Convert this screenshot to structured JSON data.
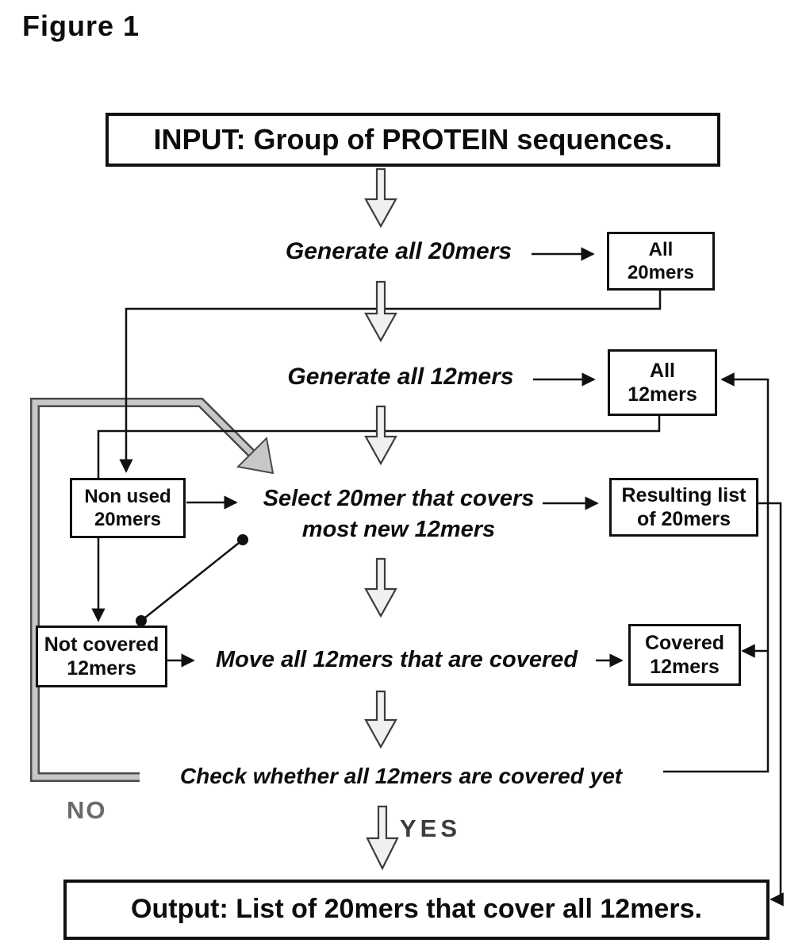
{
  "figure": {
    "title": "Figure 1"
  },
  "nodes": {
    "input": {
      "label": "INPUT: Group of PROTEIN sequences."
    },
    "all_20mers": {
      "line1": "All",
      "line2": "20mers"
    },
    "all_12mers": {
      "line1": "All",
      "line2": "12mers"
    },
    "non_used_20mers": {
      "line1": "Non used",
      "line2": "20mers"
    },
    "resulting_list": {
      "line1": "Resulting list",
      "line2": "of 20mers"
    },
    "not_covered_12mers": {
      "line1": "Not covered",
      "line2": "12mers"
    },
    "covered_12mers": {
      "line1": "Covered",
      "line2": "12mers"
    },
    "output": {
      "label": "Output: List of 20mers that cover all 12mers."
    }
  },
  "steps": {
    "generate_20mers": "Generate all 20mers",
    "generate_12mers": "Generate all 12mers",
    "select_20mer": {
      "line1": "Select 20mer that covers",
      "line2": "most new 12mers"
    },
    "move_12mers": "Move all 12mers that are covered",
    "check_covered": "Check whether all 12mers are covered yet"
  },
  "branch_labels": {
    "no": "NO",
    "yes": "YES"
  },
  "colors": {
    "line": "#111111",
    "loop_fill": "#c8c8c8",
    "loop_edge": "#4a4a4a",
    "hollow_arrow_fill": "#f0f0f0"
  }
}
